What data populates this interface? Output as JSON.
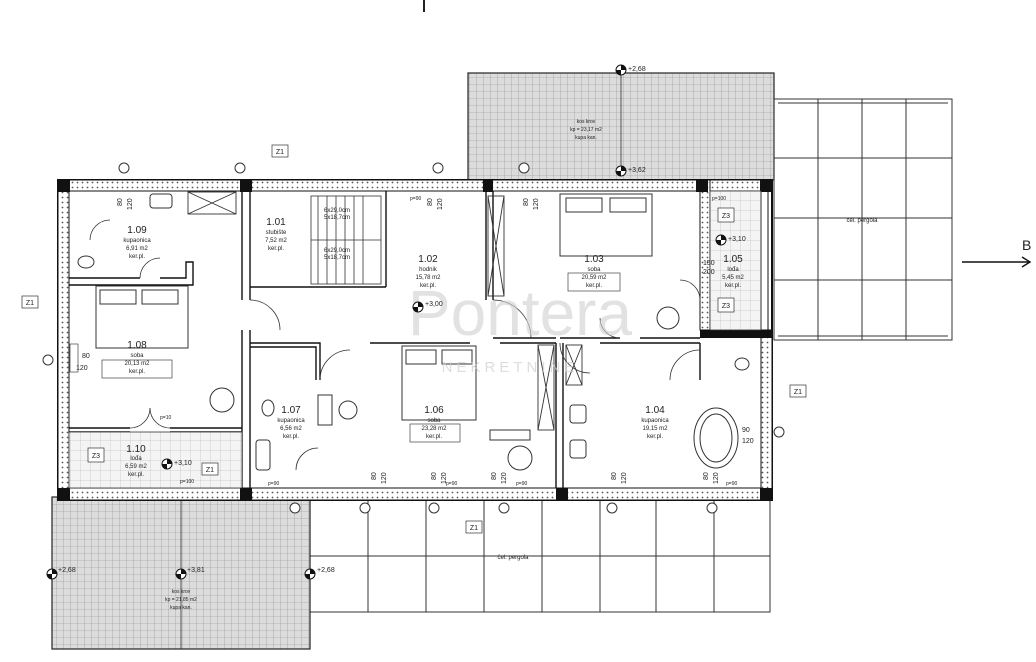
{
  "rooms": [
    {
      "id": "1.01",
      "name": "stubište",
      "area": "7,52 m2",
      "floor": "ker.pl."
    },
    {
      "id": "1.02",
      "name": "hodnik",
      "area": "15,78 m2",
      "floor": "ker.pl."
    },
    {
      "id": "1.03",
      "name": "soba",
      "area": "20,59 m2",
      "floor": "ker.pl."
    },
    {
      "id": "1.04",
      "name": "kupaonica",
      "area": "19,15 m2",
      "floor": "ker.pl."
    },
    {
      "id": "1.05",
      "name": "lođa",
      "area": "5,45 m2",
      "floor": "ker.pl."
    },
    {
      "id": "1.06",
      "name": "soba",
      "area": "23,28 m2",
      "floor": "ker.pl."
    },
    {
      "id": "1.07",
      "name": "kupaonica",
      "area": "6,56 m2",
      "floor": "ker.pl."
    },
    {
      "id": "1.08",
      "name": "soba",
      "area": "20,13 m2",
      "floor": "ker.pl."
    },
    {
      "id": "1.09",
      "name": "kupaonica",
      "area": "6,91 m2",
      "floor": "ker.pl."
    },
    {
      "id": "1.10",
      "name": "lođa",
      "area": "6,59 m2",
      "floor": "ker.pl."
    }
  ],
  "levels": {
    "floor": "+3,00",
    "loggia_right": "+3,10",
    "loggia_left": "+3,10",
    "roof_top_edge": "+2,68",
    "roof_top_ridge": "+3,62",
    "roof_bottom_left": "+2,68",
    "roof_bottom_ridge": "+3,81",
    "roof_bottom_right": "+2,68"
  },
  "stairs": {
    "top": "6x29,0cm\n5x18,7cm",
    "bottom": "6x29,0cm\n5x18,7cm"
  },
  "roofs": {
    "top": {
      "title": "kos krov",
      "area": "kp = 23,17 m2",
      "covering": "kupa kan."
    },
    "bottom": {
      "title": "kos krov",
      "area": "kp = 21,85 m2",
      "covering": "kupa kan."
    }
  },
  "pergola_label": "čel. pergola",
  "section_marker": "B",
  "watermark": {
    "main": "Pontera",
    "sub": "NEKRETNINE"
  },
  "window_tags": [
    "Z1",
    "Z1",
    "Z1",
    "Z1",
    "Z1",
    "Z3",
    "Z3",
    "Z3"
  ],
  "dims": {
    "w80": "80",
    "w120": "120",
    "w90": "90",
    "w150": "150",
    "w200": "200",
    "p100": "p=100",
    "p90": "p=90",
    "p10": "p=10",
    "p_100": "p=100"
  }
}
